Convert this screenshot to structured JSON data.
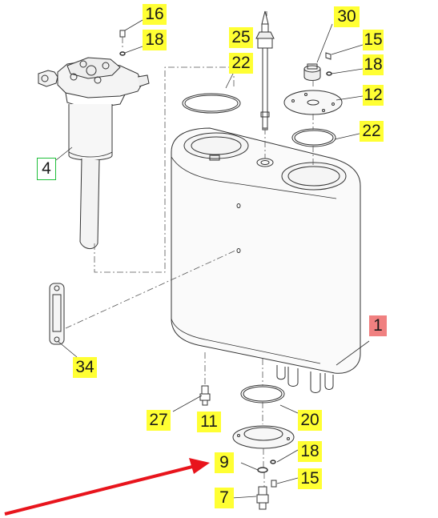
{
  "diagram": {
    "labels": {
      "p16": "16",
      "p18a": "18",
      "p25": "25",
      "p22a": "22",
      "p30": "30",
      "p15a": "15",
      "p18b": "18",
      "p12": "12",
      "p22b": "22",
      "p4": "4",
      "p1": "1",
      "p34": "34",
      "p27": "27",
      "p11": "11",
      "p20": "20",
      "p9": "9",
      "p18c": "18",
      "p15b": "15",
      "p7": "7"
    },
    "colors": {
      "label_yellow": "#ffff33",
      "label_red": "#f08080",
      "label_green_border": "#1fbf3a",
      "arrow_red": "#e8141c",
      "line": "#333333"
    }
  }
}
